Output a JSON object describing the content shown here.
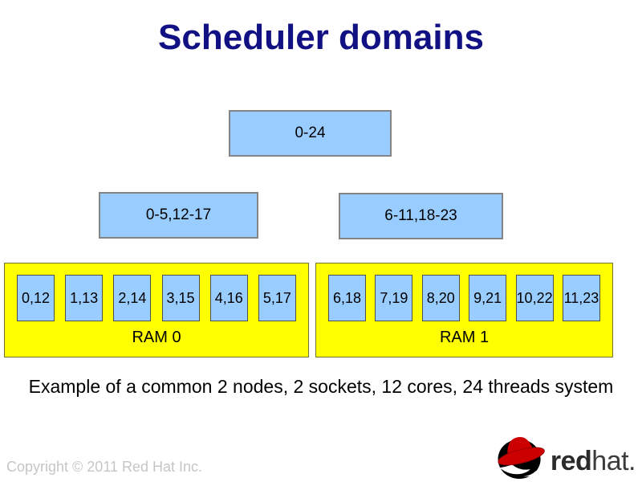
{
  "slide": {
    "title": "Scheduler domains",
    "caption": "Example of a common 2 nodes, 2 sockets, 12 cores, 24 threads system",
    "copyright": "Copyright © 2011 Red Hat Inc."
  },
  "diagram": {
    "root": {
      "label": "0-24"
    },
    "sockets": [
      {
        "label": "0-5,12-17"
      },
      {
        "label": "6-11,18-23"
      }
    ],
    "nodes": [
      {
        "ram": "RAM 0",
        "cores": [
          "0,12",
          "1,13",
          "2,14",
          "3,15",
          "4,16",
          "5,17"
        ]
      },
      {
        "ram": "RAM 1",
        "cores": [
          "6,18",
          "7,19",
          "8,20",
          "9,21",
          "10,22",
          "11,23"
        ]
      }
    ]
  },
  "logo": {
    "icon": "redhat-shadowman-hat-icon",
    "text_bold": "red",
    "text_regular": "hat",
    "trademark_dot": "."
  },
  "colors": {
    "title_navy": "#111183",
    "box_fill_blue": "#99ccff",
    "box_border_gray": "#848484",
    "node_fill_yellow": "#ffff00",
    "node_border_olive": "#74742e",
    "copyright_gray": "#c6c6c6",
    "logo_red": "#cc0000"
  }
}
